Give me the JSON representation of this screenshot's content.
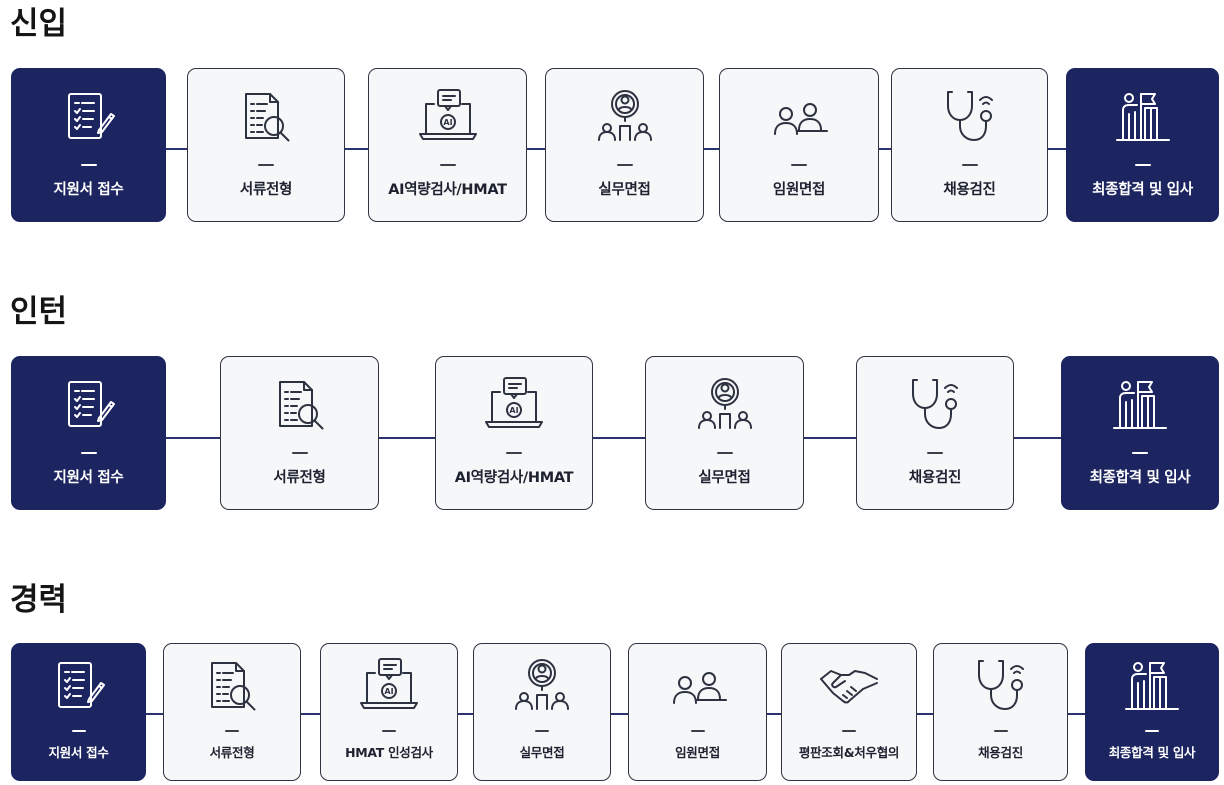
{
  "sections": [
    {
      "title": "신입",
      "steps": [
        {
          "label": "지원서 접수",
          "icon": "application-form-icon",
          "dark": true
        },
        {
          "label": "서류전형",
          "icon": "document-search-icon",
          "dark": false
        },
        {
          "label": "AI역량검사/HMAT",
          "icon": "laptop-ai-icon",
          "dark": false
        },
        {
          "label": "실무면접",
          "icon": "interview-magnifier-icon",
          "dark": false
        },
        {
          "label": "임원면접",
          "icon": "executive-interview-icon",
          "dark": false
        },
        {
          "label": "채용검진",
          "icon": "stethoscope-icon",
          "dark": false
        },
        {
          "label": "최종합격 및 입사",
          "icon": "flag-podium-icon",
          "dark": true
        }
      ]
    },
    {
      "title": "인턴",
      "steps": [
        {
          "label": "지원서 접수",
          "icon": "application-form-icon",
          "dark": true
        },
        {
          "label": "서류전형",
          "icon": "document-search-icon",
          "dark": false
        },
        {
          "label": "AI역량검사/HMAT",
          "icon": "laptop-ai-icon",
          "dark": false
        },
        {
          "label": "실무면접",
          "icon": "interview-magnifier-icon",
          "dark": false
        },
        {
          "label": "채용검진",
          "icon": "stethoscope-icon",
          "dark": false
        },
        {
          "label": "최종합격 및 입사",
          "icon": "flag-podium-icon",
          "dark": true
        }
      ]
    },
    {
      "title": "경력",
      "steps": [
        {
          "label": "지원서 접수",
          "icon": "application-form-icon",
          "dark": true
        },
        {
          "label": "서류전형",
          "icon": "document-search-icon",
          "dark": false
        },
        {
          "label": "HMAT 인성검사",
          "icon": "laptop-ai-icon",
          "dark": false
        },
        {
          "label": "실무면접",
          "icon": "interview-magnifier-icon",
          "dark": false
        },
        {
          "label": "임원면접",
          "icon": "executive-interview-icon",
          "dark": false
        },
        {
          "label": "평판조회&처우협의",
          "icon": "handshake-icon",
          "dark": false
        },
        {
          "label": "채용검진",
          "icon": "stethoscope-icon",
          "dark": false
        },
        {
          "label": "최종합격 및 입사",
          "icon": "flag-podium-icon",
          "dark": true
        }
      ]
    }
  ],
  "icon_glyphs": {
    "ai_badge": "AI"
  },
  "colors": {
    "navy": "#1c2560",
    "card_bg": "#f6f7f9",
    "border": "#2f3440",
    "connector": "#2b3470"
  }
}
